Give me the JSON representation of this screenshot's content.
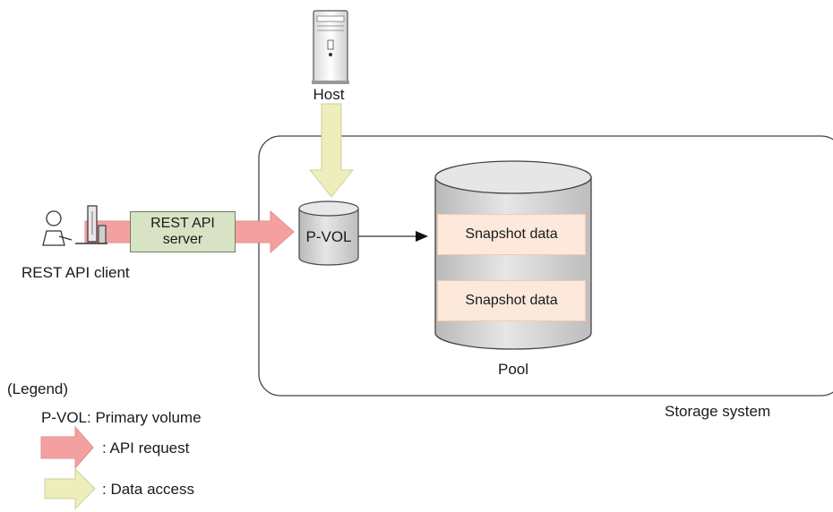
{
  "host": {
    "label": "Host"
  },
  "client": {
    "label": "REST API client"
  },
  "server": {
    "line1": "REST API",
    "line2": "server"
  },
  "pvol": {
    "label": "P-VOL"
  },
  "pool": {
    "label": "Pool",
    "items": [
      "Snapshot data",
      "Snapshot data"
    ]
  },
  "storage": {
    "label": "Storage system"
  },
  "legend": {
    "title": "(Legend)",
    "pvol_def": "P-VOL: Primary volume",
    "api_request": ": API request",
    "data_access": ": Data access"
  },
  "colors": {
    "api_arrow": "#f4a0a0",
    "data_arrow": "#eeeebc",
    "server_fill": "#d8e2c4",
    "snapshot_fill": "#fde9dc",
    "cylinder": "#cfcfcf"
  },
  "icons": [
    "host-tower-icon",
    "user-computer-icon"
  ]
}
